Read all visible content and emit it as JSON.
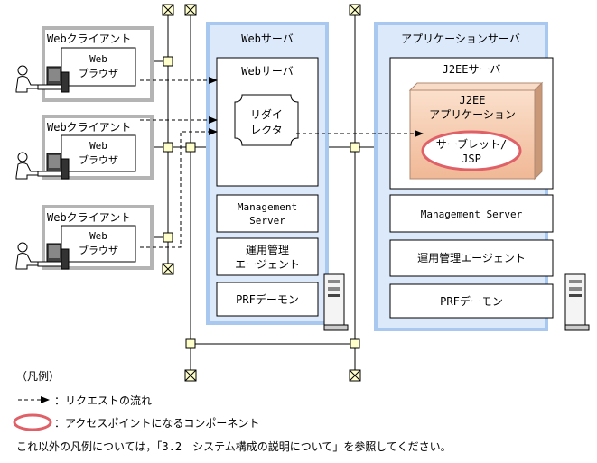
{
  "clients": [
    {
      "title": "Webクライアント",
      "browser": [
        "Web",
        "ブラウザ"
      ]
    },
    {
      "title": "Webクライアント",
      "browser": [
        "Web",
        "ブラウザ"
      ]
    },
    {
      "title": "Webクライアント",
      "browser": [
        "Web",
        "ブラウザ"
      ]
    }
  ],
  "web_server_host": {
    "title": "Webサーバ",
    "inner_title": "Webサーバ",
    "redirector": [
      "リダイ",
      "レクタ"
    ],
    "management": [
      "Management",
      "Server"
    ],
    "agent": [
      "運用管理",
      "エージェント"
    ],
    "prf": "PRFデーモン"
  },
  "app_server_host": {
    "title": "アプリケーションサーバ",
    "j2ee_server": "J2EEサーバ",
    "j2ee_app": [
      "J2EE",
      "アプリケーション"
    ],
    "servlet": [
      "サーブレット/",
      "JSP"
    ],
    "management": "Management Server",
    "agent": "運用管理エージェント",
    "prf": "PRFデーモン"
  },
  "legend": {
    "title": "（凡例）",
    "request_flow": "：リクエストの流れ",
    "access_point": "：アクセスポイントになるコンポーネント",
    "note": "これ以外の凡例については，「3.2　システム構成の説明について」を参照してください。"
  },
  "colors": {
    "server_fill": "#dce9fa",
    "server_border": "#a8c8f0",
    "client_border": "#b4b4b4",
    "j2ee_fill": "#f6d0b8",
    "j2ee_border": "#b08870",
    "access_point": "#e06068",
    "node_fill": "#ffffcc"
  }
}
